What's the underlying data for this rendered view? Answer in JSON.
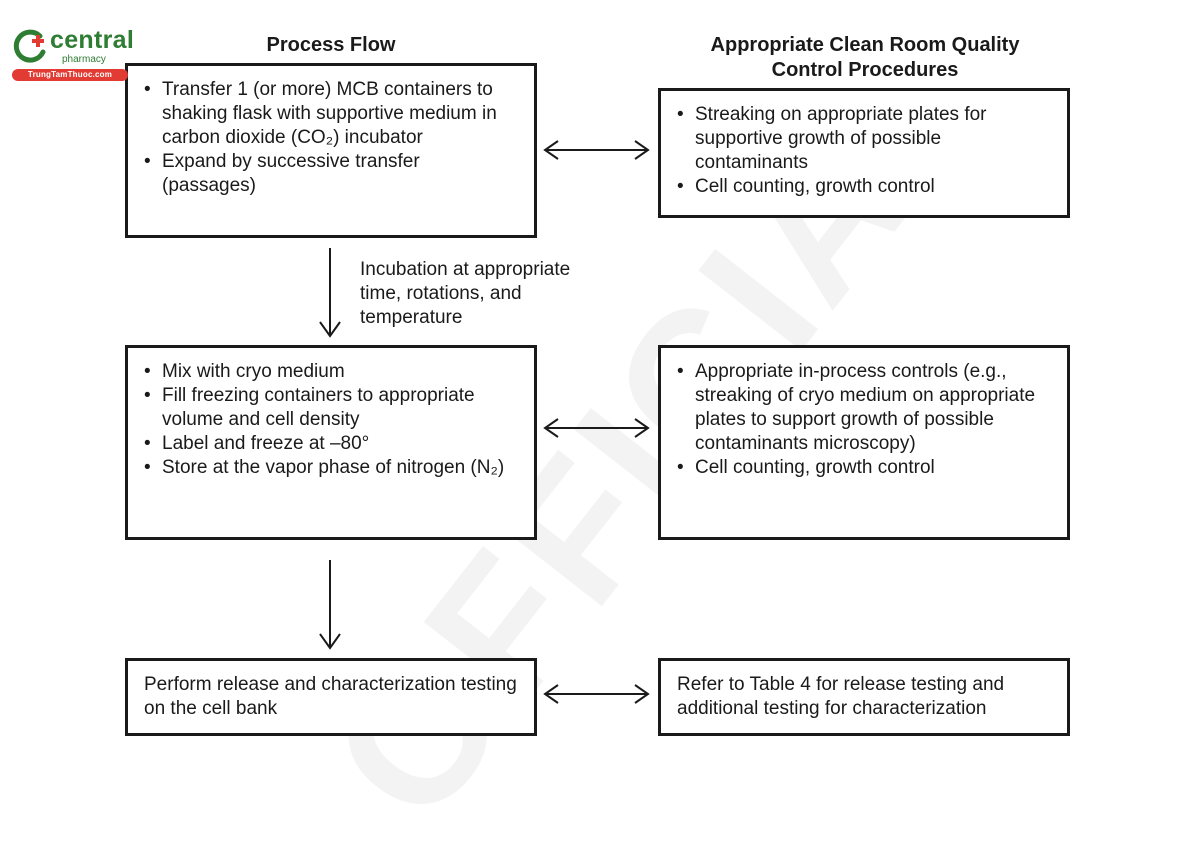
{
  "watermark": "OFFICIAL",
  "logo": {
    "name": "central",
    "sub": "pharmacy",
    "bar": "TrungTamThuoc.com",
    "colors": {
      "green": "#2e7d32",
      "red": "#e23b33"
    }
  },
  "headings": {
    "left": "Process Flow",
    "right": "Appropriate Clean Room Quality Control Procedures"
  },
  "flow": {
    "step1_items": [
      "Transfer 1 (or more) MCB containers to shaking flask with supportive medium in carbon dioxide (CO₂) incubator",
      "Expand by successive transfer (passages)"
    ],
    "incubation_note": "Incubation at appropriate time, rotations, and temperature",
    "step2_items": [
      "Mix with cryo medium",
      "Fill freezing containers to appropriate volume and cell density",
      "Label and freeze at –80°",
      "Store at the vapor phase of nitrogen (N₂)"
    ],
    "step3_text": "Perform release and characterization testing on the cell bank"
  },
  "qc": {
    "qc1_items": [
      "Streaking on appropriate plates for supportive growth of possible contaminants",
      "Cell counting, growth control"
    ],
    "qc2_items": [
      "Appropriate in-process controls (e.g., streaking of cryo medium on appropriate plates to support growth of possible contaminants microscopy)",
      "Cell counting, growth control"
    ],
    "qc3_text": "Refer to Table 4 for release testing and additional testing for characterization"
  }
}
